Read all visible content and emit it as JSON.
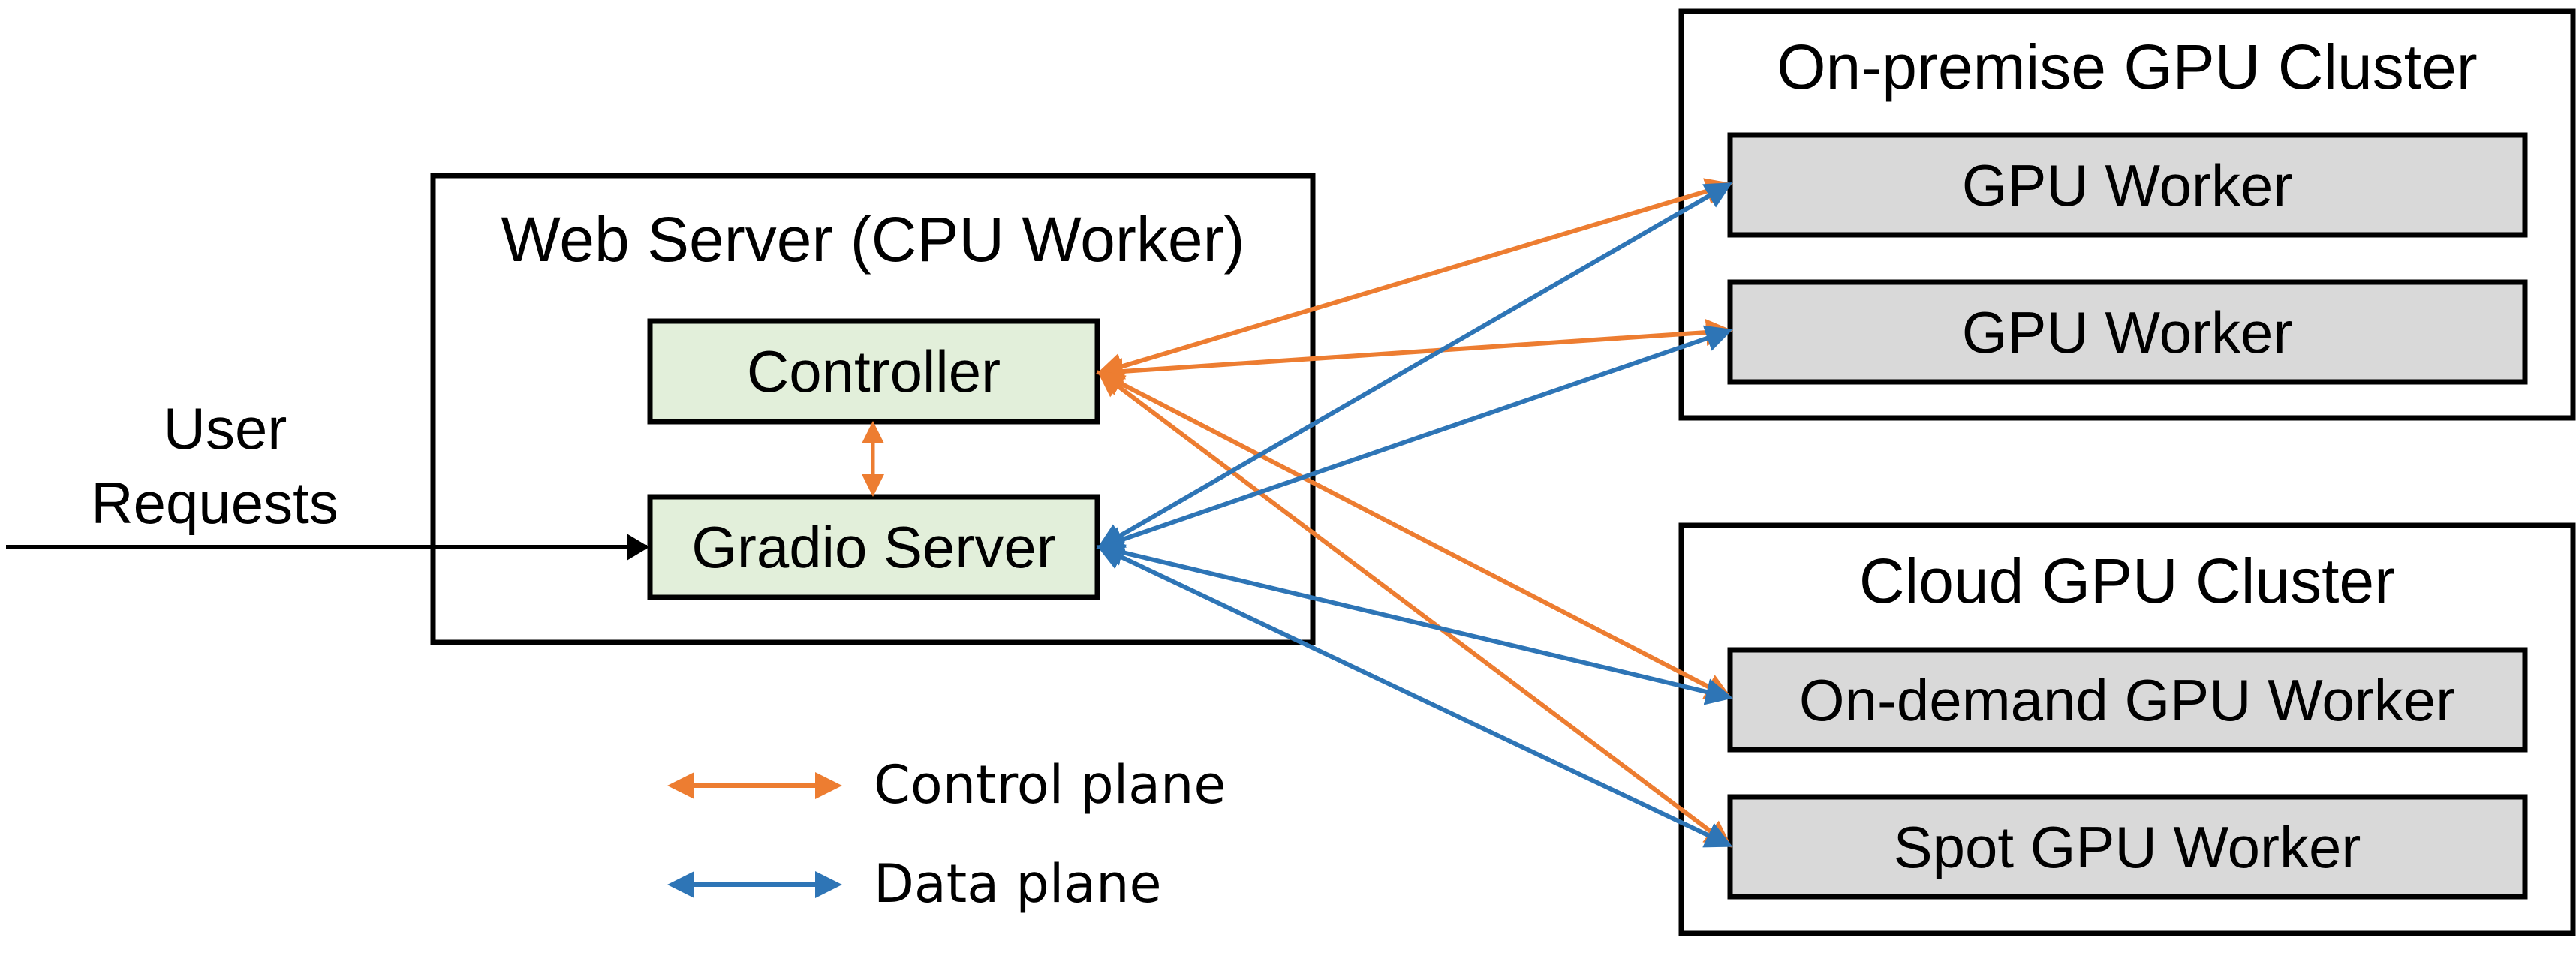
{
  "colors": {
    "control": "#ED7D31",
    "data": "#2E75B6",
    "component_fill": "#E2EFDA",
    "worker_fill": "#D9D9D9"
  },
  "user": {
    "label_line1": "User",
    "label_line2": "Requests"
  },
  "web_server": {
    "title": "Web Server (CPU Worker)",
    "controller": "Controller",
    "gradio": "Gradio Server"
  },
  "onprem": {
    "title": "On-premise GPU Cluster",
    "workers": [
      "GPU Worker",
      "GPU Worker"
    ]
  },
  "cloud": {
    "title": "Cloud GPU Cluster",
    "workers": [
      "On-demand GPU Worker",
      "Spot GPU Worker"
    ]
  },
  "legend": {
    "control": "Control plane",
    "data": "Data plane"
  },
  "connections": [
    {
      "from": "Controller",
      "to": "GPU Worker 1",
      "plane": "control"
    },
    {
      "from": "Controller",
      "to": "GPU Worker 2",
      "plane": "control"
    },
    {
      "from": "Controller",
      "to": "On-demand GPU Worker",
      "plane": "control"
    },
    {
      "from": "Controller",
      "to": "Spot GPU Worker",
      "plane": "control"
    },
    {
      "from": "Gradio Server",
      "to": "GPU Worker 1",
      "plane": "data"
    },
    {
      "from": "Gradio Server",
      "to": "GPU Worker 2",
      "plane": "data"
    },
    {
      "from": "Gradio Server",
      "to": "On-demand GPU Worker",
      "plane": "data"
    },
    {
      "from": "Gradio Server",
      "to": "Spot GPU Worker",
      "plane": "data"
    },
    {
      "from": "Controller",
      "to": "Gradio Server",
      "plane": "control"
    },
    {
      "from": "User Requests",
      "to": "Gradio Server",
      "plane": "input"
    }
  ]
}
